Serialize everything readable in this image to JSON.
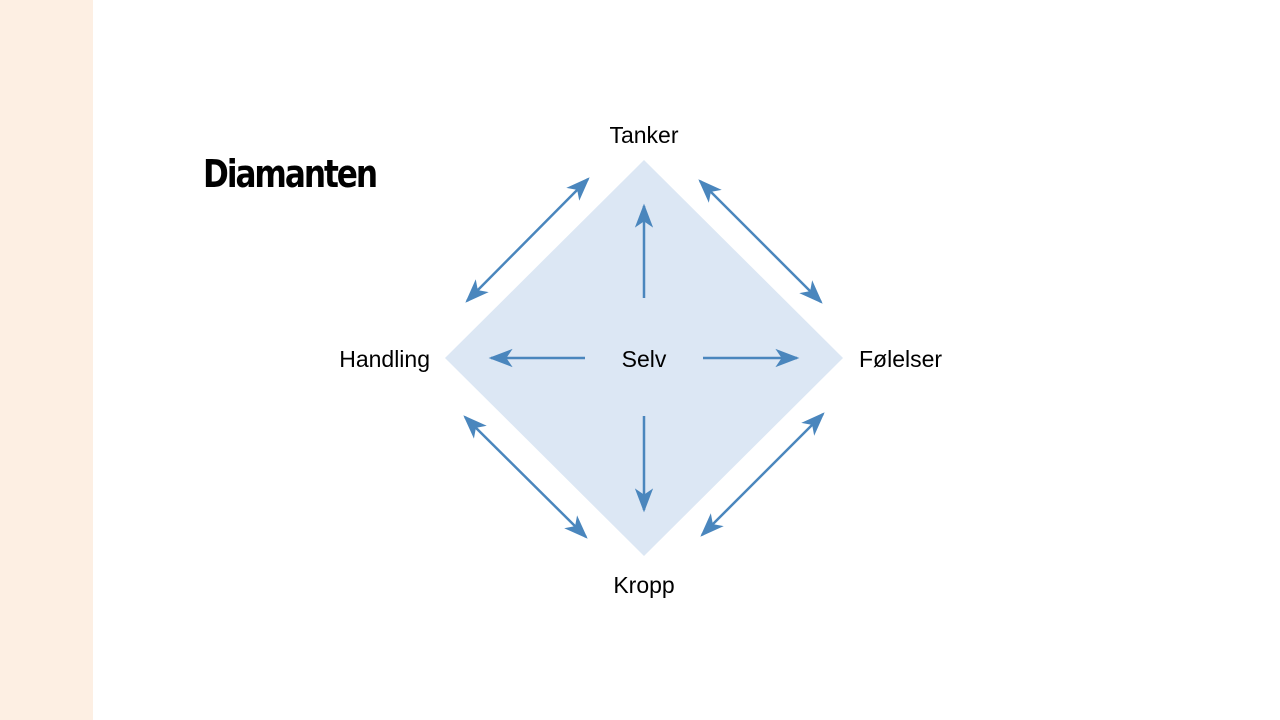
{
  "slide": {
    "title": "Diamanten"
  },
  "diagram": {
    "nodes": {
      "top": "Tanker",
      "left": "Handling",
      "center": "Selv",
      "right": "Følelser",
      "bottom": "Kropp"
    }
  },
  "colors": {
    "side_band": "#fdefe3",
    "diamond_fill": "#dce7f4",
    "arrow": "#4a86bd",
    "text": "#000000"
  }
}
